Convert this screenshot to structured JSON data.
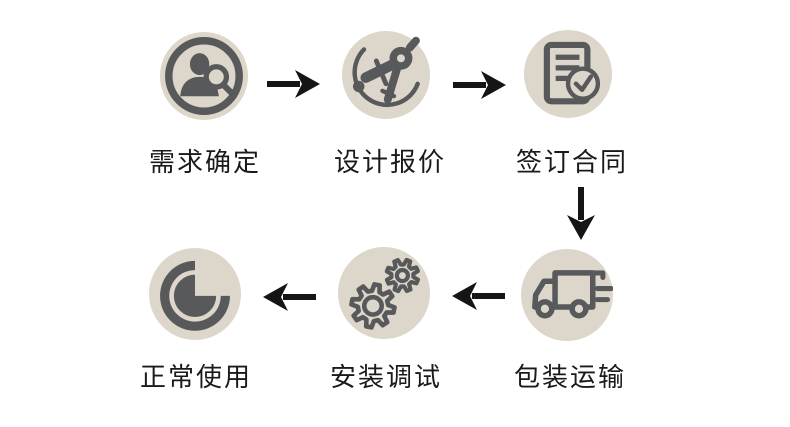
{
  "colors": {
    "background": "#ffffff",
    "circle_bg": "#ddd6ca",
    "icon_gray": "#58595b",
    "arrow_black": "#151515",
    "text_black": "#1a1a1a"
  },
  "flow": {
    "steps": [
      {
        "order": 1,
        "label": "需求确定",
        "icon": "person-search-icon"
      },
      {
        "order": 2,
        "label": "设计报价",
        "icon": "design-compass-icon"
      },
      {
        "order": 3,
        "label": "签订合同",
        "icon": "contract-check-icon"
      },
      {
        "order": 4,
        "label": "包装运输",
        "icon": "delivery-truck-icon"
      },
      {
        "order": 5,
        "label": "安装调试",
        "icon": "gears-icon"
      },
      {
        "order": 6,
        "label": "正常使用",
        "icon": "pie-gauge-icon"
      }
    ],
    "arrows": [
      {
        "from": 1,
        "to": 2,
        "direction": "right"
      },
      {
        "from": 2,
        "to": 3,
        "direction": "right"
      },
      {
        "from": 3,
        "to": 4,
        "direction": "down"
      },
      {
        "from": 4,
        "to": 5,
        "direction": "left"
      },
      {
        "from": 5,
        "to": 6,
        "direction": "left"
      }
    ]
  }
}
